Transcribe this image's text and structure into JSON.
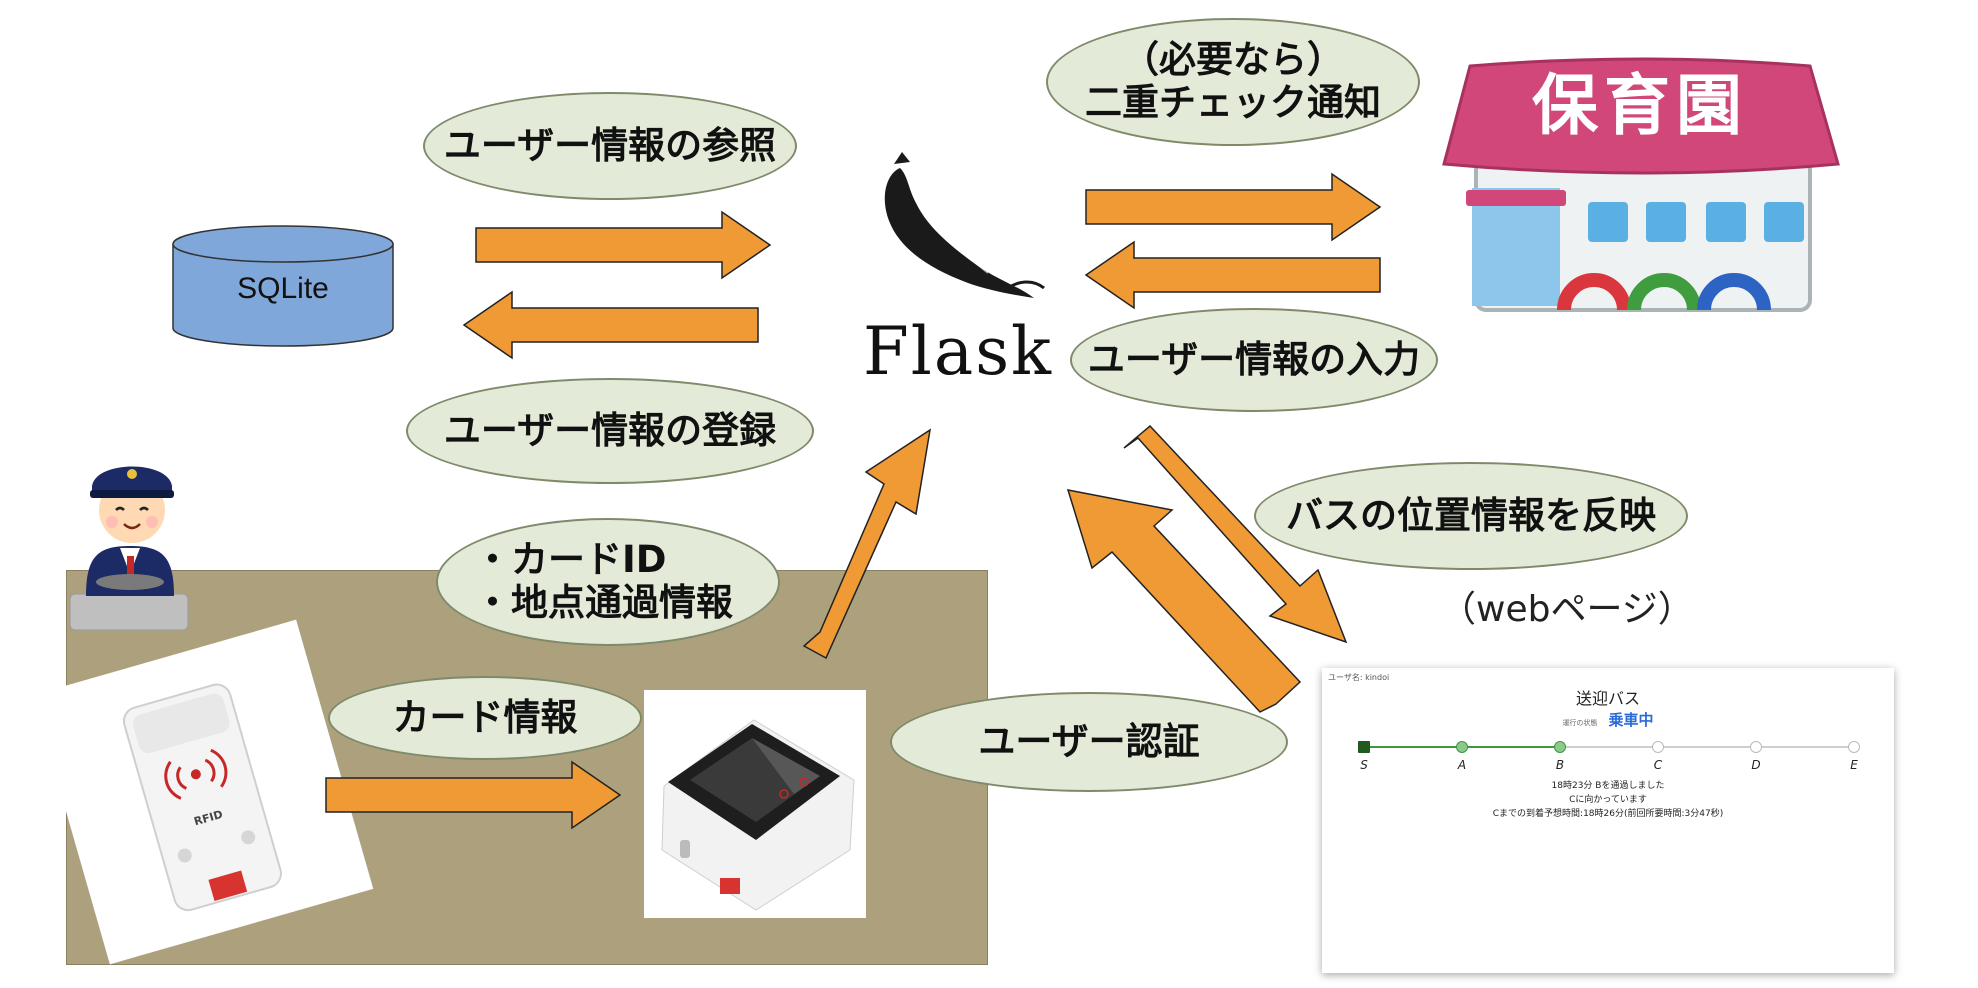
{
  "diagram": {
    "database_label": "SQLite",
    "server_label": "Flask",
    "nursery_sign": "保育園",
    "labels": {
      "user_ref": "ユーザー情報の参照",
      "user_reg": "ユーザー情報の登録",
      "card_info_list": "・カードID\n・地点通過情報",
      "card_info": "カード情報",
      "user_auth": "ユーザー認証",
      "double_check": "（必要なら）\n二重チェック通知",
      "user_input": "ユーザー情報の入力",
      "bus_reflect": "バスの位置情報を反映"
    },
    "web_caption": "（webページ）",
    "rfid_text": "RFID",
    "colors": {
      "arrow": "#f09a36",
      "label_fill": "#e3ebd8",
      "device_area": "#ada17d",
      "database": "#7fa7d9",
      "nursery_roof": "#d1477a"
    }
  },
  "webpage": {
    "user": "ユーザ名: kindoi",
    "title": "送迎バス",
    "status_label": "運行の状態",
    "status": "乗車中",
    "stops": [
      "S",
      "A",
      "B",
      "C",
      "D",
      "E"
    ],
    "passed_stops": 3,
    "message_lines": [
      "18時23分 Bを通過しました",
      "Cに向かっています",
      "Cまでの到着予想時間:18時26分(前回所要時間:3分47秒)"
    ]
  }
}
